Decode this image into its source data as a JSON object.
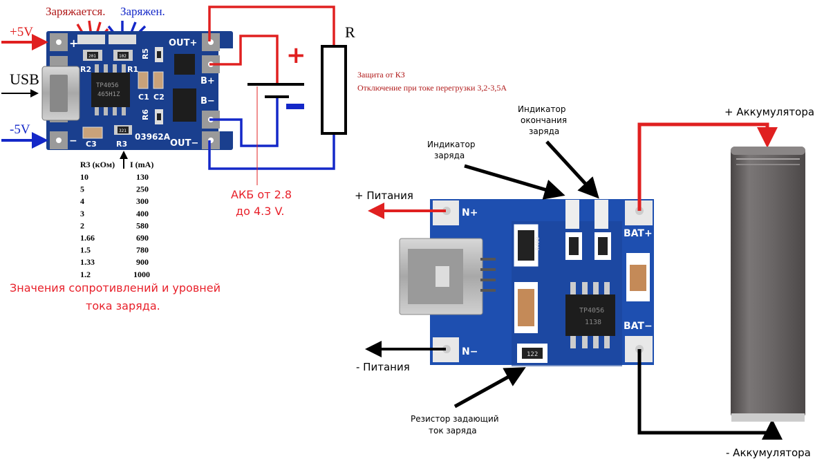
{
  "colors": {
    "red": "#e02020",
    "blue": "#1428c8",
    "black": "#000000",
    "pcb_blue": "#1a3f8e",
    "text_dark_red": "#b01818",
    "text_red": "#e8202a",
    "battery_gray": "#6c6868"
  },
  "left_diagram": {
    "label_charging": "Заряжается.",
    "label_charged": "Заряжен.",
    "label_plus5v": "+5V",
    "label_usb": "USB",
    "label_minus5v": "-5V",
    "label_r": "R",
    "battery_plus": "+",
    "battery_minus": "−",
    "battery_caption_line1": "АКБ от 2.8",
    "battery_caption_line2": "до 4.3 V.",
    "protection_line1": "Защита от КЗ",
    "protection_line2": "Отключение при токе перегрузки 3,2-3,5А",
    "board": {
      "pin_plus": "+",
      "pin_minus": "−",
      "out_plus": "OUT+",
      "b_plus": "B+",
      "b_minus": "B−",
      "out_minus": "OUT−",
      "r1": "R1",
      "r2": "R2",
      "r3": "R3",
      "r5": "R5",
      "r6": "R6",
      "c1": "C1",
      "c2": "C2",
      "c3": "C3",
      "board_id": "03962A",
      "chip_line1": "TP4056",
      "chip_line2": "465H1Z",
      "r1_code": "102",
      "r2_code": "201",
      "r3_code": "321"
    },
    "table": {
      "header_r": "R3 (кОм)",
      "header_i": "I (mA)",
      "rows": [
        {
          "r": "10",
          "i": "130"
        },
        {
          "r": "5",
          "i": "250"
        },
        {
          "r": "4",
          "i": "300"
        },
        {
          "r": "3",
          "i": "400"
        },
        {
          "r": "2",
          "i": "580"
        },
        {
          "r": "1.66",
          "i": "690"
        },
        {
          "r": "1.5",
          "i": "780"
        },
        {
          "r": "1.33",
          "i": "900"
        },
        {
          "r": "1.2",
          "i": "1000"
        }
      ],
      "caption_line1": "Значения сопротивлений и уровней",
      "caption_line2": "тока заряда."
    }
  },
  "right_diagram": {
    "label_charge_indicator_line1": "Индикатор",
    "label_charge_indicator_line2": "заряда",
    "label_end_indicator_line1": "Индикатор",
    "label_end_indicator_line2": "окончания",
    "label_end_indicator_line3": "заряда",
    "label_plus_power": "+ Питания",
    "label_minus_power": "- Питания",
    "label_plus_battery": "+ Аккумулятора",
    "label_minus_battery": "- Аккумулятора",
    "label_resistor_line1": "Резистор задающий",
    "label_resistor_line2": "ток заряда",
    "board": {
      "n_plus": "N+",
      "n_minus": "N−",
      "bat_plus": "BAT+",
      "bat_minus": "BAT−",
      "chip_line1": "TP4056",
      "chip_line2": "1138",
      "resistor_code": "R400",
      "prog_resistor_code": "122"
    }
  }
}
